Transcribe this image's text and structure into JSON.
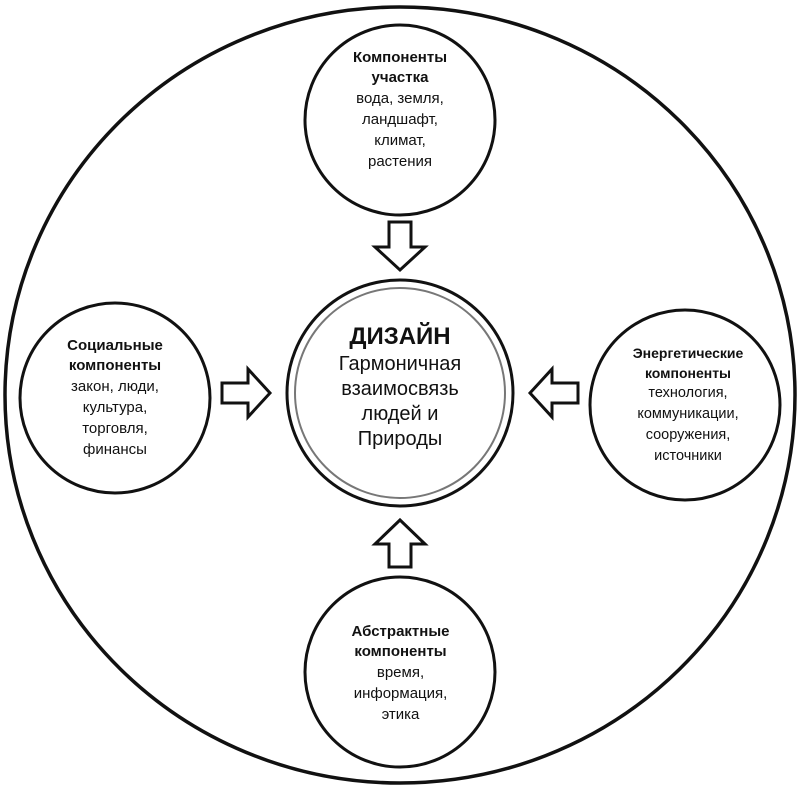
{
  "colors": {
    "stroke": "#111111",
    "background": "#ffffff"
  },
  "center": {
    "title": "ДИЗАЙН",
    "lines": [
      "Гармоничная",
      "взаимосвязь",
      "людей и",
      "Природы"
    ]
  },
  "top": {
    "title_lines": [
      "Компоненты",
      "участка"
    ],
    "lines": [
      "вода, земля,",
      "ландшафт,",
      "климат,",
      "растения"
    ]
  },
  "left": {
    "title_lines": [
      "Социальные",
      "компоненты"
    ],
    "lines": [
      "закон, люди,",
      "культура,",
      "торговля,",
      "финансы"
    ]
  },
  "right": {
    "title_lines": [
      "Энергетические",
      "компоненты"
    ],
    "lines": [
      "технология,",
      "коммуникации,",
      "сооружения,",
      "источники"
    ]
  },
  "bottom": {
    "title_lines": [
      "Абстрактные",
      "компоненты"
    ],
    "lines": [
      "время,",
      "информация,",
      "этика"
    ]
  }
}
